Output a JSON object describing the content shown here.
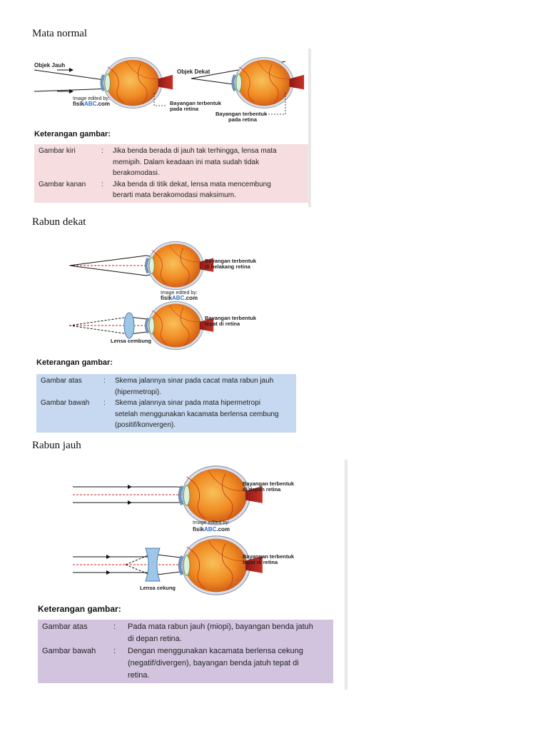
{
  "sections": [
    {
      "heading": "Mata normal",
      "figure": {
        "left_label": "Objek Jauh",
        "right_label": "Objek Dekat",
        "image_credit_1": "Image edited by:",
        "brand_1_a": "fisik",
        "brand_1_b": "ABC",
        "brand_1_c": ".com",
        "caption_left_1": "Bayangan terbentuk",
        "caption_left_2": "pada retina",
        "caption_right_1": "Bayangan terbentuk",
        "caption_right_2": "pada retina"
      },
      "ket_title": "Keterangan gambar:",
      "rows": [
        {
          "label": "Gambar kiri",
          "colon": ":",
          "lines": [
            "Jika benda berada di jauh tak terhingga, lensa mata",
            "memipih. Dalam keadaan ini mata sudah tidak",
            "berakomodasi."
          ]
        },
        {
          "label": "Gambar kanan",
          "colon": ":",
          "lines": [
            "Jika benda di titik dekat, lensa mata mencembung",
            "berarti mata berakomodasi maksimum."
          ]
        }
      ]
    },
    {
      "heading": "Rabun dekat",
      "figure": {
        "caption_top_1": "Bayangan terbentuk",
        "caption_top_2": "di belakang retina",
        "image_credit_1": "Image edited by:",
        "brand_1_a": "fisik",
        "brand_1_b": "ABC",
        "brand_1_c": ".com",
        "caption_bottom_1": "Bayangan terbentuk",
        "caption_bottom_2": "tepat di retina",
        "lens_label": "Lensa cembung"
      },
      "ket_title": "Keterangan gambar:",
      "rows": [
        {
          "label": "Gambar atas",
          "colon": ":",
          "lines": [
            "Skema jalannya sinar pada cacat mata rabun jauh",
            "(hipermetropi)."
          ]
        },
        {
          "label": "Gambar bawah",
          "colon": ":",
          "lines": [
            "Skema jalannya sinar pada mata hipermetropi",
            "setelah menggunakan kacamata berlensa cembung",
            "(positif/konvergen)."
          ]
        }
      ]
    },
    {
      "heading": "Rabun jauh",
      "figure": {
        "caption_top_1": "Bayangan terbentuk",
        "caption_top_2": "di depan retina",
        "image_credit_1": "Image edited by:",
        "brand_1_a": "fisik",
        "brand_1_b": "ABC",
        "brand_1_c": ".com",
        "caption_bottom_1": "Bayangan terbentuk",
        "caption_bottom_2": "tepat di retina",
        "lens_label": "Lensa cekung"
      },
      "ket_title": "Keterangan gambar:",
      "rows": [
        {
          "label": "Gambar atas",
          "colon": ":",
          "lines": [
            "Pada mata rabun jauh (miopi), bayangan benda jatuh",
            "di depan retina."
          ]
        },
        {
          "label": "Gambar bawah",
          "colon": ":",
          "lines": [
            "Dengan menggunakan kacamata berlensa cekung",
            "(negatif/divergen), bayangan benda jatuh tepat di",
            "retina."
          ]
        }
      ]
    }
  ],
  "colors": {
    "eye_outer": "#e8891c",
    "eye_inner": "#f4a430",
    "sclera": "#cfd6e6",
    "nerve": "#b5231f",
    "ray": "#111111",
    "red_dash": "#d21c1c",
    "lens": "#9ec6e6",
    "table_pink": "#f6dde0",
    "table_blue": "#c7d9f0",
    "table_purple": "#d2c4de"
  }
}
